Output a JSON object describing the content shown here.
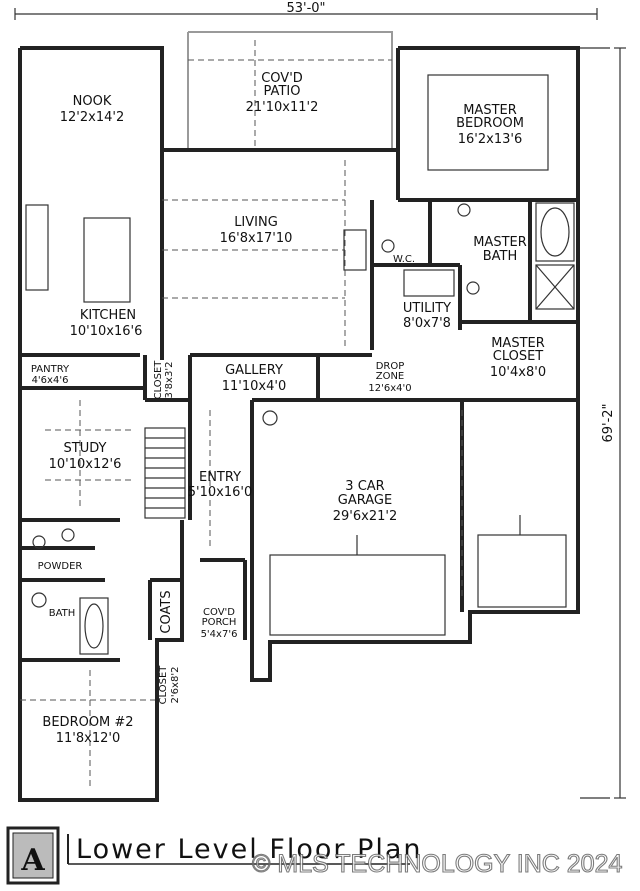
{
  "dimensions": {
    "width_label": "53'-0\"",
    "depth_label": "69'-2\""
  },
  "rooms": {
    "nook": {
      "name": "NOOK",
      "size": "12'2x14'2"
    },
    "patio": {
      "name_line1": "COV'D",
      "name_line2": "PATIO",
      "size": "21'10x11'2"
    },
    "master_bedroom": {
      "name_line1": "MASTER",
      "name_line2": "BEDROOM",
      "size": "16'2x13'6"
    },
    "living": {
      "name": "LIVING",
      "size": "16'8x17'10"
    },
    "master_bath": {
      "name_line1": "MASTER",
      "name_line2": "BATH"
    },
    "wc": {
      "name": "W.C."
    },
    "kitchen": {
      "name": "KITCHEN",
      "size": "10'10x16'6"
    },
    "utility": {
      "name": "UTILITY",
      "size": "8'0x7'8"
    },
    "master_closet": {
      "name_line1": "MASTER",
      "name_line2": "CLOSET",
      "size": "10'4x8'0"
    },
    "pantry": {
      "name": "PANTRY",
      "size": "4'6x4'6"
    },
    "closet_a": {
      "name": "CLOSET",
      "size": "3'8x3'2"
    },
    "gallery": {
      "name": "GALLERY",
      "size": "11'10x4'0"
    },
    "drop_zone": {
      "name_line1": "DROP",
      "name_line2": "ZONE",
      "size": "12'6x4'0"
    },
    "study": {
      "name": "STUDY",
      "size": "10'10x12'6"
    },
    "entry": {
      "name": "ENTRY",
      "size": "5'10x16'0"
    },
    "garage": {
      "name_line1": "3 CAR",
      "name_line2": "GARAGE",
      "size": "29'6x21'2"
    },
    "powder": {
      "name": "POWDER"
    },
    "bath": {
      "name": "BATH"
    },
    "coats": {
      "name": "COATS"
    },
    "porch": {
      "name_line1": "COV'D",
      "name_line2": "PORCH",
      "size": "5'4x7'6"
    },
    "closet_b": {
      "name": "CLOSET",
      "size": "2'6x8'2"
    },
    "bedroom2": {
      "name": "BEDROOM #2",
      "size": "11'8x12'0"
    }
  },
  "footer": {
    "logo_letter": "A",
    "title": "Lower Level Floor Plan",
    "watermark": "© MLS TECHNOLOGY INC 2024"
  }
}
